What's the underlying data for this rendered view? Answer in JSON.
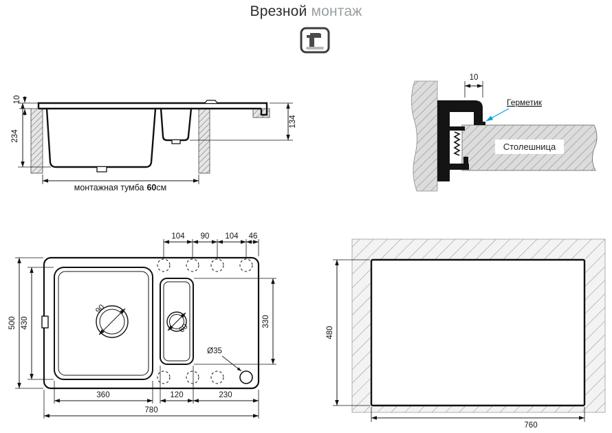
{
  "title": {
    "main": "Врезной",
    "sub": "монтаж"
  },
  "icons": {
    "mount_icon": "inset-mount-icon"
  },
  "colors": {
    "line": "#141414",
    "accent_blue": "#00A3E0",
    "hatch_gray": "#9b9b9b"
  },
  "section_view": {
    "dim_rim_height": "10",
    "dim_main_depth": "234",
    "dim_small_depth": "134",
    "cabinet_label": {
      "prefix": "монтажная тумба",
      "value": "60",
      "suffix": "см"
    }
  },
  "detail_view": {
    "dim_overhang": "10",
    "sealant_label": "Герметик",
    "countertop_label": "Столешница"
  },
  "plan_view": {
    "top_dims": [
      "104",
      "90",
      "104",
      "46"
    ],
    "dim_total_height": "500",
    "dim_main_bowl_height": "430",
    "dim_main_bowl_width": "360",
    "dim_small_bowl_width": "120",
    "dim_wing_width": "230",
    "dim_total_width": "780",
    "dim_small_bowl_height": "330",
    "dim_main_drain": "90",
    "dim_small_drain": "60",
    "dim_tap_hole": "Ø35"
  },
  "cutout_view": {
    "dim_height": "480",
    "dim_width": "760"
  }
}
